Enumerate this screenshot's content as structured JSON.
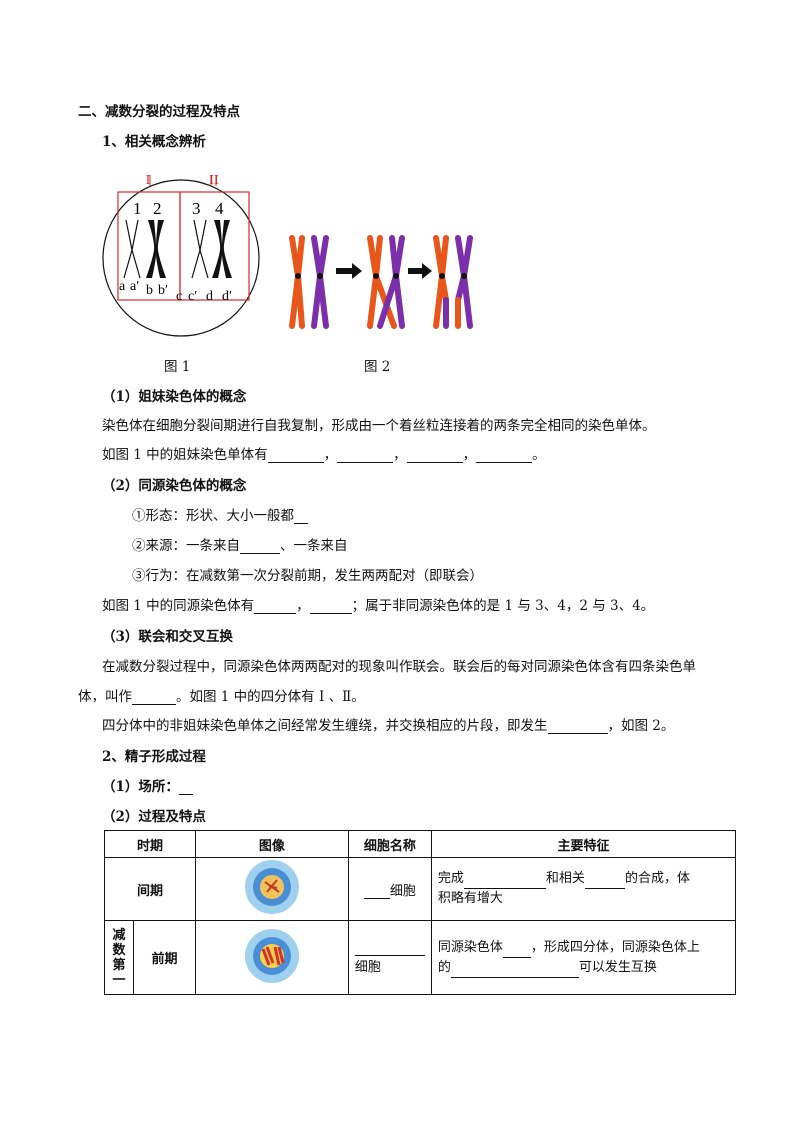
{
  "section_title": "二、减数分裂的过程及特点",
  "sub1_title": "1、相关概念辨析",
  "fig1": {
    "label_I": "I",
    "label_II": "II",
    "nums": [
      "1",
      "2",
      "3",
      "4"
    ],
    "letters": [
      "a",
      "a′",
      "b",
      "b′",
      "c",
      "c′",
      "d",
      "d′"
    ],
    "caption": "图 1"
  },
  "fig2": {
    "caption": "图 2"
  },
  "p1_title": "（1）姐妹染色体的概念",
  "p1_text": "染色体在细胞分裂间期进行自我复制，形成由一个着丝粒连接着的两条完全相同的染色单体。",
  "p1_q_a": "如图 1 中的姐妹染色单体有",
  "p1_q_sep1": "，",
  "p1_q_sep2": "，",
  "p1_q_sep3": "，",
  "p1_q_end": "。",
  "p2_title": "（2）同源染色体的概念",
  "p2_l1": "①形态：形状、大小一般都",
  "p2_l2a": "②来源：一条来自",
  "p2_l2b": "、一条来自",
  "p2_l3": "③行为：在减数第一次分裂前期，发生两两配对（即联会）",
  "p2_q_a": "如图 1 中的同源染色体有",
  "p2_q_b": "，",
  "p2_q_c": "；属于非同源染色体的是 1 与 3、4，2 与 3、4。",
  "p3_title": "（3）联会和交叉互换",
  "p3_l1": "在减数分裂过程中，同源染色体两两配对的现象叫作联会。联会后的每对同源染色体含有四条染色单",
  "p3_l2a": "体，叫作",
  "p3_l2b": "。如图 1 中的四分体有 Ⅰ 、Ⅱ。",
  "p3_l3a": "四分体中的非姐妹染色单体之间经常发生缠绕，并交换相应的片段，即发生",
  "p3_l3b": "，如图 2。",
  "sub2_title": "2、精子形成过程",
  "s2_p1": "（1）场所：",
  "s2_p2": "（2）过程及特点",
  "table": {
    "headers": [
      "时期",
      "图像",
      "细胞名称",
      "主要特征"
    ],
    "row1": {
      "period": "间期",
      "cell_name_suffix": "细胞",
      "feature_a": "完成",
      "feature_b": "和相关",
      "feature_c": "的合成，体",
      "feature_d": "积略有增大"
    },
    "row2": {
      "group": "减数第一",
      "period": "前期",
      "cell_name_suffix": "细胞",
      "feature_a": "同源染色体",
      "feature_b": "，形成四分体，同源染色体上",
      "feature_c": "的",
      "feature_d": "可以发生互换"
    }
  },
  "colors": {
    "orange": "#e8561b",
    "purple": "#7b2fa8",
    "frame_red": "#d92a2a"
  }
}
